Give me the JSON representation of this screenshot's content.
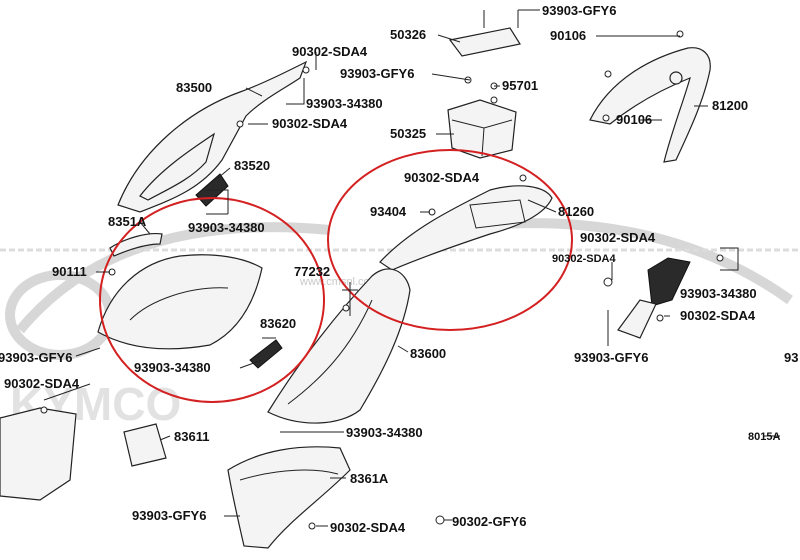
{
  "diagram": {
    "watermark_site": "www.cmsnl.com",
    "watermark_brand": "KYMCO",
    "labels": {
      "p50326": "50326",
      "p93903_gfy6_top": "93903-GFY6",
      "p90106_top": "90106",
      "p90302_sda4_a": "90302-SDA4",
      "p93903_gfy6_b": "93903-GFY6",
      "p95701": "95701",
      "p83500": "83500",
      "p93903_34380_a": "93903-34380",
      "p90302_sda4_b": "90302-SDA4",
      "p50325": "50325",
      "p90106_mid": "90106",
      "p81200": "81200",
      "p83520": "83520",
      "p90302_sda4_c": "90302-SDA4",
      "p93404": "93404",
      "p81260": "81260",
      "p8351a": "8351A",
      "p93903_34380_b": "93903-34380",
      "p90302_sda4_d": "90302-SDA4",
      "p90302_sda4_e": "90302-SDA4",
      "p90111": "90111",
      "p77232": "77232",
      "p93903_34380_c": "93903-34380",
      "p83620": "83620",
      "p90302_sda4_f": "90302-SDA4",
      "p93903_gfy6_c": "93903-GFY6",
      "p83600": "83600",
      "p93903_gfy6_d": "93903-GFY6",
      "p93903_34380_d": "93903-34380",
      "p90302_sda4_g": "90302-SDA4",
      "p83611": "83611",
      "p93903_34380_e": "93903-34380",
      "p8015a": "8015A",
      "p8361a": "8361A",
      "p93903_gfy6_e": "93903-GFY6",
      "p90302_sda4_h": "90302-SDA4",
      "p90302_gfy6": "90302-GFY6",
      "p93_cut": "93"
    },
    "colors": {
      "highlight_circle": "#d42020",
      "line": "#222222",
      "part_fill": "#f4f4f4",
      "watermark": "#d0d0d0"
    }
  }
}
